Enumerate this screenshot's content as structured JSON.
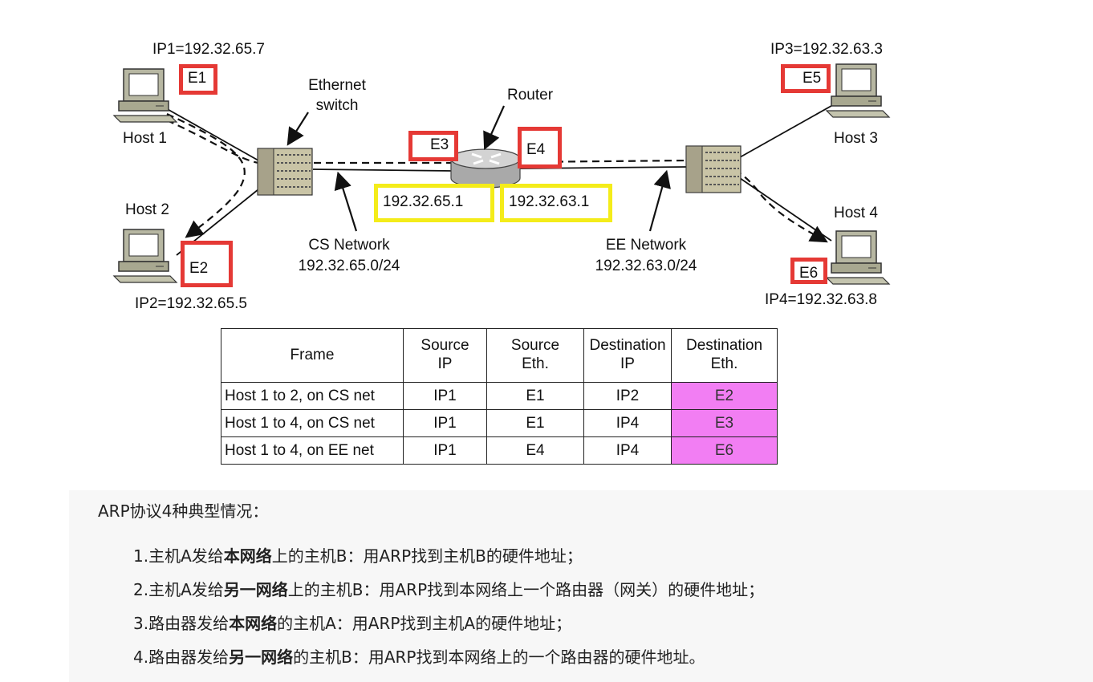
{
  "diagram": {
    "hosts": [
      {
        "name": "Host 1",
        "ip_label": "IP1=192.32.65.7",
        "mac": "E1"
      },
      {
        "name": "Host 2",
        "ip_label": "IP2=192.32.65.5",
        "mac": "E2"
      },
      {
        "name": "Host 3",
        "ip_label": "IP3=192.32.63.3",
        "mac": "E5"
      },
      {
        "name": "Host 4",
        "ip_label": "IP4=192.32.63.8",
        "mac": "E6"
      }
    ],
    "switch_label_1": "Ethernet",
    "switch_label_2": "switch",
    "router_label": "Router",
    "router_mac_left": "E3",
    "router_mac_right": "E4",
    "router_ip_left": "192.32.65.1",
    "router_ip_right": "192.32.63.1",
    "cs_network": {
      "name": "CS Network",
      "subnet": "192.32.65.0/24"
    },
    "ee_network": {
      "name": "EE Network",
      "subnet": "192.32.63.0/24"
    },
    "colors": {
      "mac_box": "#e53935",
      "ip_box": "#f4ec1a",
      "highlight": "#f27ef3"
    }
  },
  "table": {
    "headers": [
      [
        "Frame"
      ],
      [
        "Source",
        "IP"
      ],
      [
        "Source",
        "Eth."
      ],
      [
        "Destination",
        "IP"
      ],
      [
        "Destination",
        "Eth."
      ]
    ],
    "rows": [
      [
        "Host 1 to 2, on CS net",
        "IP1",
        "E1",
        "IP2",
        "E2"
      ],
      [
        "Host 1 to 4, on CS net",
        "IP1",
        "E1",
        "IP4",
        "E3"
      ],
      [
        "Host 1 to 4, on EE net",
        "IP1",
        "E4",
        "IP4",
        "E6"
      ]
    ]
  },
  "notes": {
    "heading": "ARP协议4种典型情况：",
    "items": [
      [
        {
          "t": "1.主机A发给",
          "b": false
        },
        {
          "t": "本网络",
          "b": true
        },
        {
          "t": "上的主机B：用ARP找到主机B的硬件地址；",
          "b": false
        }
      ],
      [
        {
          "t": "2.主机A发给",
          "b": false
        },
        {
          "t": "另一网络",
          "b": true
        },
        {
          "t": "上的主机B：用ARP找到本网络上一个路由器（网关）的硬件地址；",
          "b": false
        }
      ],
      [
        {
          "t": "3.路由器发给",
          "b": false
        },
        {
          "t": "本网络",
          "b": true
        },
        {
          "t": "的主机A：用ARP找到主机A的硬件地址；",
          "b": false
        }
      ],
      [
        {
          "t": "4.路由器发给",
          "b": false
        },
        {
          "t": "另一网络",
          "b": true
        },
        {
          "t": "的主机B：用ARP找到本网络上的一个路由器的硬件地址。",
          "b": false
        }
      ]
    ]
  }
}
